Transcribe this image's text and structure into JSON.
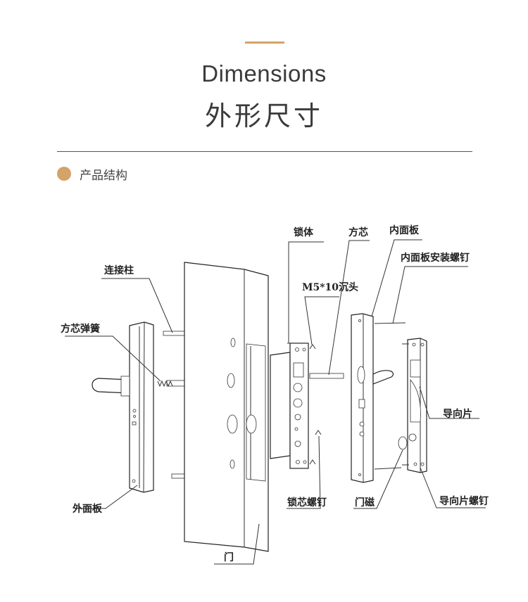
{
  "header": {
    "title_en": "Dimensions",
    "title_cn": "外形尺寸"
  },
  "section": {
    "label": "产品结构"
  },
  "diagram_labels": {
    "lock_body": "锁体",
    "square_core": "方芯",
    "inner_panel": "内面板",
    "inner_panel_screw": "内面板安装螺钉",
    "m5_screw": "M5*10沉头",
    "connecting_post": "连接柱",
    "square_core_spring": "方芯弹簧",
    "guide_plate": "导向片",
    "outer_panel": "外面板",
    "lock_cylinder_screw": "锁芯螺钉",
    "door_magnet": "门磁",
    "guide_plate_screw": "导向片螺钉",
    "door": "门"
  },
  "colors": {
    "accent": "#d4a36a",
    "text": "#3a3a3a"
  }
}
